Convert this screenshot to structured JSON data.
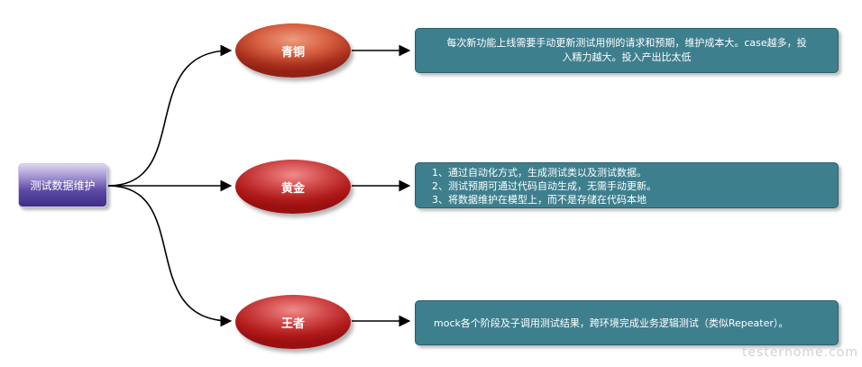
{
  "root": {
    "label": "测试数据维护"
  },
  "levels": [
    {
      "name": "青铜",
      "description_lines": [
        "每次新功能上线需要手动更新测试用例的请求和预期，维护成本大。case越多，投",
        "入精力越大。投入产出比太低"
      ]
    },
    {
      "name": "黄金",
      "description_lines": [
        "1、通过自动化方式，生成测试类以及测试数据。",
        "2、测试预期可通过代码自动生成，无需手动更新。",
        "3、将数据维护在模型上，而不是存储在代码本地"
      ]
    },
    {
      "name": "王者",
      "description_lines": [
        "mock各个阶段及子调用测试结果，跨环境完成业务逻辑测试（类似Repeater）。"
      ]
    }
  ],
  "watermark": "testerhome.com",
  "colors": {
    "root_gradient_top": "#ddd6f0",
    "root_gradient_bottom": "#3f2e86",
    "bronze_node": "#d66040",
    "gold_node": "#b01a1a",
    "description_box": "#3e7f8e",
    "connector": "#000000"
  }
}
